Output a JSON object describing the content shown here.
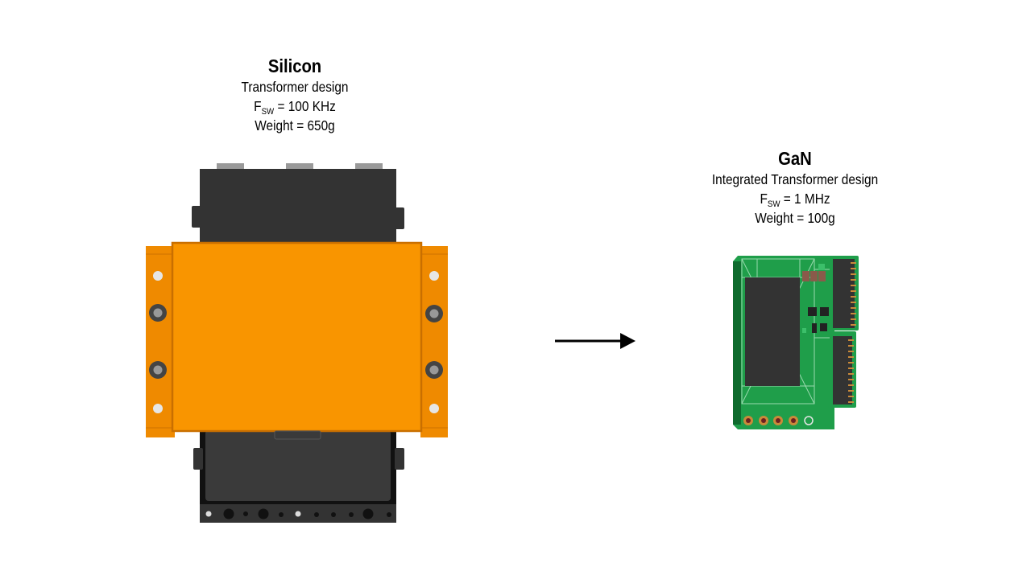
{
  "silicon": {
    "title": "Silicon",
    "design": "Transformer design",
    "fsw_symbol": "F",
    "fsw_subscript": "SW",
    "fsw_value": " = 100 KHz",
    "weight": "Weight = 650g"
  },
  "gan": {
    "title": "GaN",
    "design": "Integrated Transformer design",
    "fsw_symbol": "F",
    "fsw_subscript": "SW",
    "fsw_value": " = 1 MHz",
    "weight": "Weight = 100g"
  },
  "colors": {
    "transformer_orange": "#f99500",
    "transformer_bracket": "#ef8a00",
    "core_dark": "#333333",
    "pcb_green": "#1f9e4a",
    "pcb_dark_green": "#0f6b2e",
    "arrow": "#000000"
  }
}
